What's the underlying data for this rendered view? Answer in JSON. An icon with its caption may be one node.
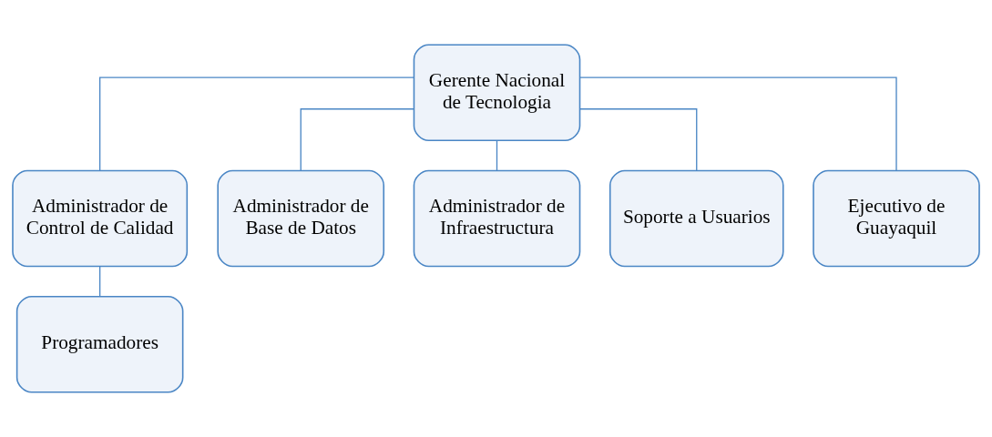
{
  "diagram": {
    "nodes": [
      {
        "text": [
          "Gerente Nacional de Tecnologia"
        ]
      },
      {
        "text": [
          "Administrador de Control de Calidad"
        ]
      },
      {
        "text": [
          "Administrador de Base de Datos"
        ]
      },
      {
        "text": [
          "Administrador de Infraestructura"
        ]
      },
      {
        "text": [
          "Soporte a Usuarios"
        ]
      },
      {
        "text": [
          "Ejecutivo de Guayaquil"
        ]
      },
      {
        "text": [
          "Programadores"
        ]
      }
    ],
    "edges": [
      {
        "from": 0,
        "to": 1,
        "arrow": "none"
      },
      {
        "from": 0,
        "to": 2,
        "arrow": "none"
      },
      {
        "from": 0,
        "to": 3,
        "arrow": "none"
      },
      {
        "from": 0,
        "to": 4,
        "arrow": "none"
      },
      {
        "from": 0,
        "to": 5,
        "arrow": "none"
      },
      {
        "from": 1,
        "to": 6,
        "arrow": "none"
      }
    ]
  }
}
